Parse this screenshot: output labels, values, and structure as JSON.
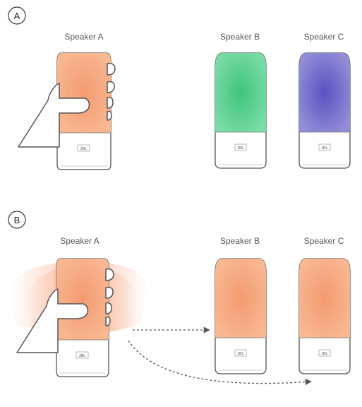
{
  "sections": [
    {
      "badge": "A",
      "speakers": [
        {
          "label": "Speaker A",
          "color": "#f5a47c",
          "held": true,
          "motion": false
        },
        {
          "label": "Speaker B",
          "color": "#5fd193",
          "held": false
        },
        {
          "label": "Speaker C",
          "color": "#7a73cf",
          "held": false
        }
      ]
    },
    {
      "badge": "B",
      "speakers": [
        {
          "label": "Speaker A",
          "color": "#f5a47c",
          "held": true,
          "motion": true
        },
        {
          "label": "Speaker B",
          "color": "#f5a47c",
          "held": false
        },
        {
          "label": "Speaker C",
          "color": "#f5a47c",
          "held": false
        }
      ],
      "arrows": [
        {
          "from": "Speaker A",
          "to": "Speaker B",
          "style": "dashed"
        },
        {
          "from": "Speaker A",
          "to": "Speaker C",
          "style": "dashed"
        }
      ]
    }
  ],
  "logo_text": "JBL",
  "colors": {
    "outline": "#555555",
    "label": "#555555",
    "arrow": "#555555",
    "speaker_base": "#ffffff"
  }
}
